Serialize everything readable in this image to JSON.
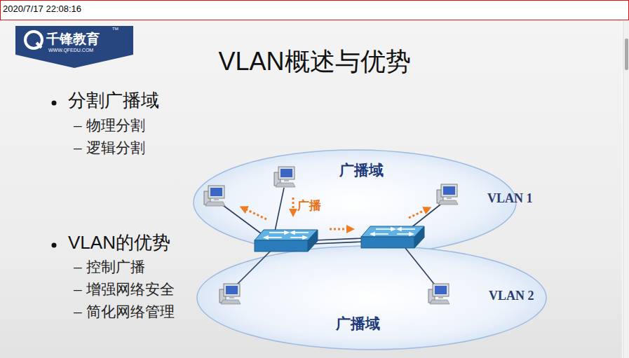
{
  "diagram": {
    "title": "VLAN概述与优势",
    "nodes": [
      {
        "text": [
          "广播域",
          "VLAN 1"
        ]
      },
      {
        "text": [
          "广播域",
          "VLAN 2"
        ]
      }
    ],
    "labels": [
      "2020/7/17 22:08:16",
      "千锋教育",
      "TM",
      "WWW.QFEDU.COM",
      "分割广播域",
      "– 物理分割",
      "– 逻辑分割",
      "VLAN的优势",
      "– 控制广播",
      "– 增强网络安全",
      "– 简化网络管理",
      "广播"
    ]
  }
}
